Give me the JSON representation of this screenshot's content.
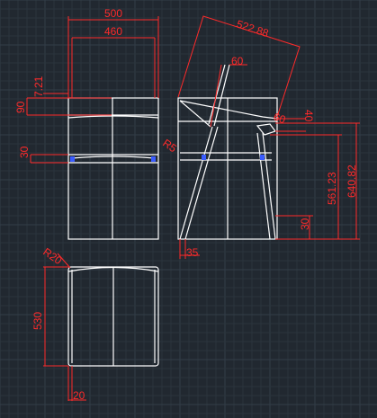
{
  "colors": {
    "background": "#212830",
    "geometry": "#ffffff",
    "dimension": "#ff2a2a",
    "grip": "#3a5cff"
  },
  "dimensions": {
    "front_outer_width": "500",
    "front_inner_width": "460",
    "front_rail_offset": "7.21",
    "front_rail_height": "90",
    "front_lower_rail": "30",
    "side_back_length": "522.88",
    "side_back_angle": "60",
    "side_arm_60": "60",
    "side_arm_40": "40",
    "side_radius": "R5",
    "side_seat_height": "561.23",
    "side_total_height": "640.82",
    "side_foot_30": "30",
    "side_foot_35": "35",
    "plan_radius": "R20",
    "plan_depth": "530",
    "plan_thickness": "20"
  }
}
